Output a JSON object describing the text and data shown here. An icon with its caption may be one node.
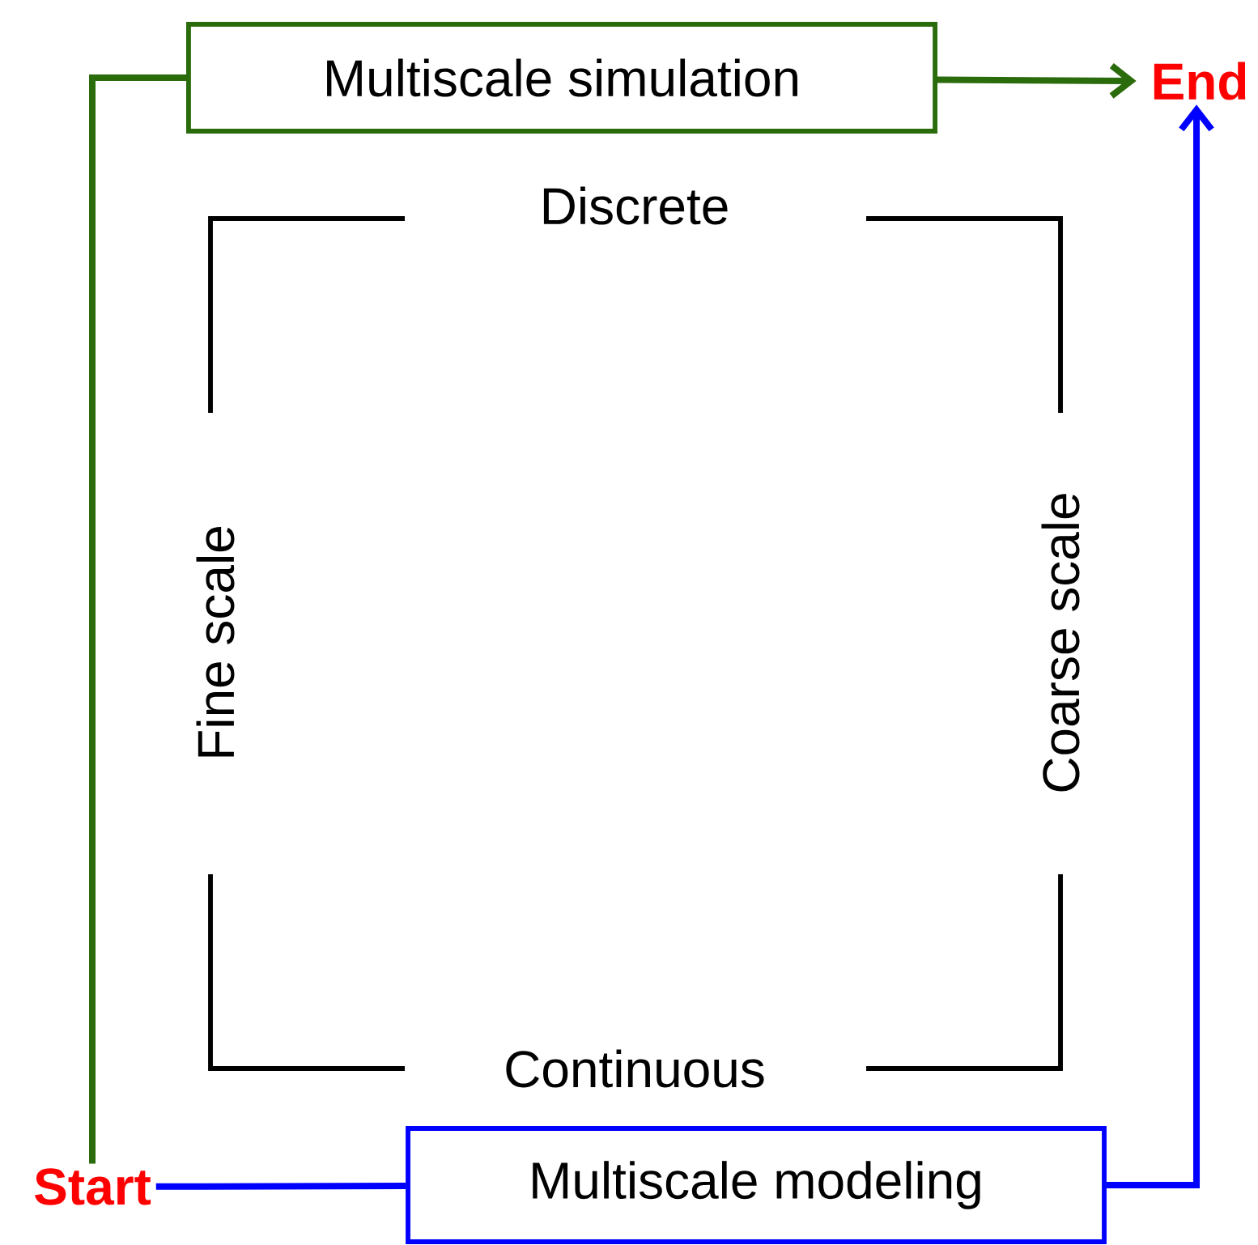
{
  "diagram": {
    "nodes": [
      {
        "text": [
          "Multiscale simulation"
        ]
      },
      {
        "text": [
          "End"
        ]
      },
      {
        "text": [
          "Start"
        ]
      },
      {
        "text": [
          "Multiscale modeling"
        ]
      }
    ],
    "edges": [
      {
        "from": 2,
        "to": 0,
        "arrow": "none",
        "color": "#2a6b0c"
      },
      {
        "from": 0,
        "to": 1,
        "arrow": "to",
        "color": "#2a6b0c"
      },
      {
        "from": 2,
        "to": 3,
        "arrow": "none",
        "color": "#0000ff"
      },
      {
        "from": 3,
        "to": 1,
        "arrow": "to",
        "color": "#0000ff"
      }
    ],
    "labels": [
      "Discrete",
      "Fine scale",
      "Coarse scale",
      "Continuous"
    ]
  }
}
